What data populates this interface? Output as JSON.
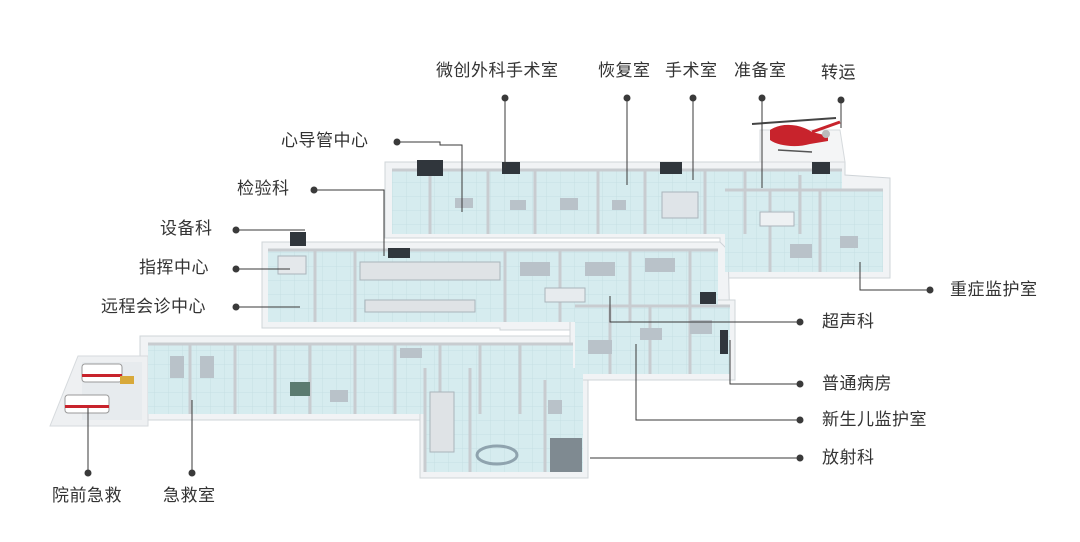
{
  "labels": {
    "minimally_invasive": "微创外科手术室",
    "recovery": "恢复室",
    "operating": "手术室",
    "preparation": "准备室",
    "transfer": "转运",
    "cardiac_cath": "心导管中心",
    "laboratory": "检验科",
    "equipment": "设备科",
    "command": "指挥中心",
    "remote_consult": "远程会诊中心",
    "icu": "重症监护室",
    "ultrasound": "超声科",
    "general_ward": "普通病房",
    "neonatal": "新生儿监护室",
    "radiology": "放射科",
    "prehospital": "院前急救",
    "emergency": "急救室"
  },
  "colors": {
    "floor": "#d8eef0",
    "wall_top": "#c4c8cc",
    "wall_face": "#e9ecef",
    "outer_shell": "#eef0f2",
    "leader": "#3a3a3a",
    "text": "#333333",
    "helicopter": "#c8232c"
  },
  "icons": {
    "helicopter": "helicopter-icon",
    "ambulance": "ambulance-icon"
  }
}
